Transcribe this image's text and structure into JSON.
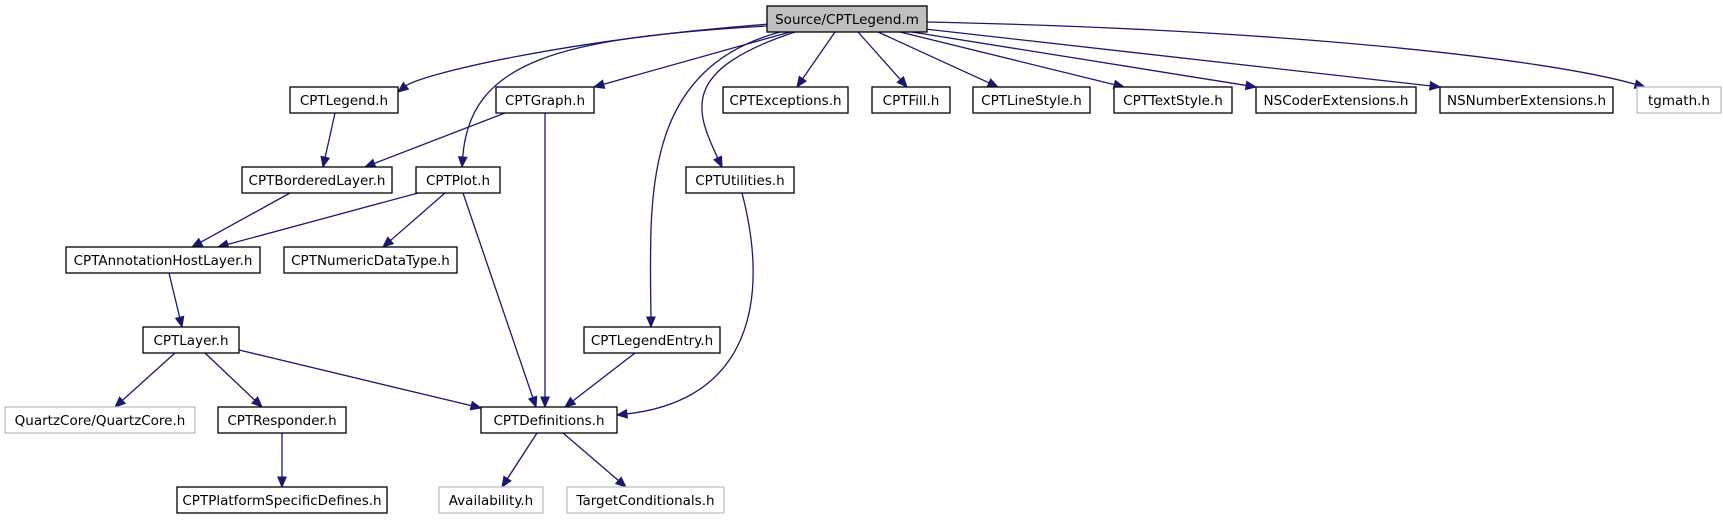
{
  "diagram": {
    "type": "include-dependency-graph",
    "nodes": [
      {
        "id": "root",
        "label": "Source/CPTLegend.m",
        "kind": "root"
      },
      {
        "id": "legend_h",
        "label": "CPTLegend.h",
        "kind": "normal"
      },
      {
        "id": "graph_h",
        "label": "CPTGraph.h",
        "kind": "normal"
      },
      {
        "id": "exceptions_h",
        "label": "CPTExceptions.h",
        "kind": "normal"
      },
      {
        "id": "fill_h",
        "label": "CPTFill.h",
        "kind": "normal"
      },
      {
        "id": "linestyle_h",
        "label": "CPTLineStyle.h",
        "kind": "normal"
      },
      {
        "id": "textstyle_h",
        "label": "CPTTextStyle.h",
        "kind": "normal"
      },
      {
        "id": "nscoder_h",
        "label": "NSCoderExtensions.h",
        "kind": "normal"
      },
      {
        "id": "nsnumber_h",
        "label": "NSNumberExtensions.h",
        "kind": "normal"
      },
      {
        "id": "tgmath_h",
        "label": "tgmath.h",
        "kind": "external"
      },
      {
        "id": "bordered_h",
        "label": "CPTBorderedLayer.h",
        "kind": "normal"
      },
      {
        "id": "plot_h",
        "label": "CPTPlot.h",
        "kind": "normal"
      },
      {
        "id": "utilities_h",
        "label": "CPTUtilities.h",
        "kind": "normal"
      },
      {
        "id": "annot_h",
        "label": "CPTAnnotationHostLayer.h",
        "kind": "normal"
      },
      {
        "id": "numeric_h",
        "label": "CPTNumericDataType.h",
        "kind": "normal"
      },
      {
        "id": "layer_h",
        "label": "CPTLayer.h",
        "kind": "normal"
      },
      {
        "id": "legendentry_h",
        "label": "CPTLegendEntry.h",
        "kind": "normal"
      },
      {
        "id": "quartz_h",
        "label": "QuartzCore/QuartzCore.h",
        "kind": "external"
      },
      {
        "id": "responder_h",
        "label": "CPTResponder.h",
        "kind": "normal"
      },
      {
        "id": "definitions_h",
        "label": "CPTDefinitions.h",
        "kind": "normal"
      },
      {
        "id": "platform_h",
        "label": "CPTPlatformSpecificDefines.h",
        "kind": "normal"
      },
      {
        "id": "availability_h",
        "label": "Availability.h",
        "kind": "external"
      },
      {
        "id": "targetcond_h",
        "label": "TargetConditionals.h",
        "kind": "external"
      }
    ],
    "edges": [
      {
        "from": "root",
        "to": "legend_h"
      },
      {
        "from": "root",
        "to": "graph_h"
      },
      {
        "from": "root",
        "to": "plot_h"
      },
      {
        "from": "root",
        "to": "legendentry_h"
      },
      {
        "from": "root",
        "to": "utilities_h"
      },
      {
        "from": "root",
        "to": "exceptions_h"
      },
      {
        "from": "root",
        "to": "fill_h"
      },
      {
        "from": "root",
        "to": "linestyle_h"
      },
      {
        "from": "root",
        "to": "textstyle_h"
      },
      {
        "from": "root",
        "to": "nscoder_h"
      },
      {
        "from": "root",
        "to": "nsnumber_h"
      },
      {
        "from": "root",
        "to": "tgmath_h"
      },
      {
        "from": "legend_h",
        "to": "bordered_h"
      },
      {
        "from": "graph_h",
        "to": "bordered_h"
      },
      {
        "from": "graph_h",
        "to": "definitions_h"
      },
      {
        "from": "bordered_h",
        "to": "annot_h"
      },
      {
        "from": "plot_h",
        "to": "annot_h"
      },
      {
        "from": "plot_h",
        "to": "numeric_h"
      },
      {
        "from": "plot_h",
        "to": "definitions_h"
      },
      {
        "from": "utilities_h",
        "to": "definitions_h"
      },
      {
        "from": "annot_h",
        "to": "layer_h"
      },
      {
        "from": "layer_h",
        "to": "quartz_h"
      },
      {
        "from": "layer_h",
        "to": "responder_h"
      },
      {
        "from": "layer_h",
        "to": "definitions_h"
      },
      {
        "from": "legendentry_h",
        "to": "definitions_h"
      },
      {
        "from": "responder_h",
        "to": "platform_h"
      },
      {
        "from": "definitions_h",
        "to": "availability_h"
      },
      {
        "from": "definitions_h",
        "to": "targetcond_h"
      }
    ]
  }
}
